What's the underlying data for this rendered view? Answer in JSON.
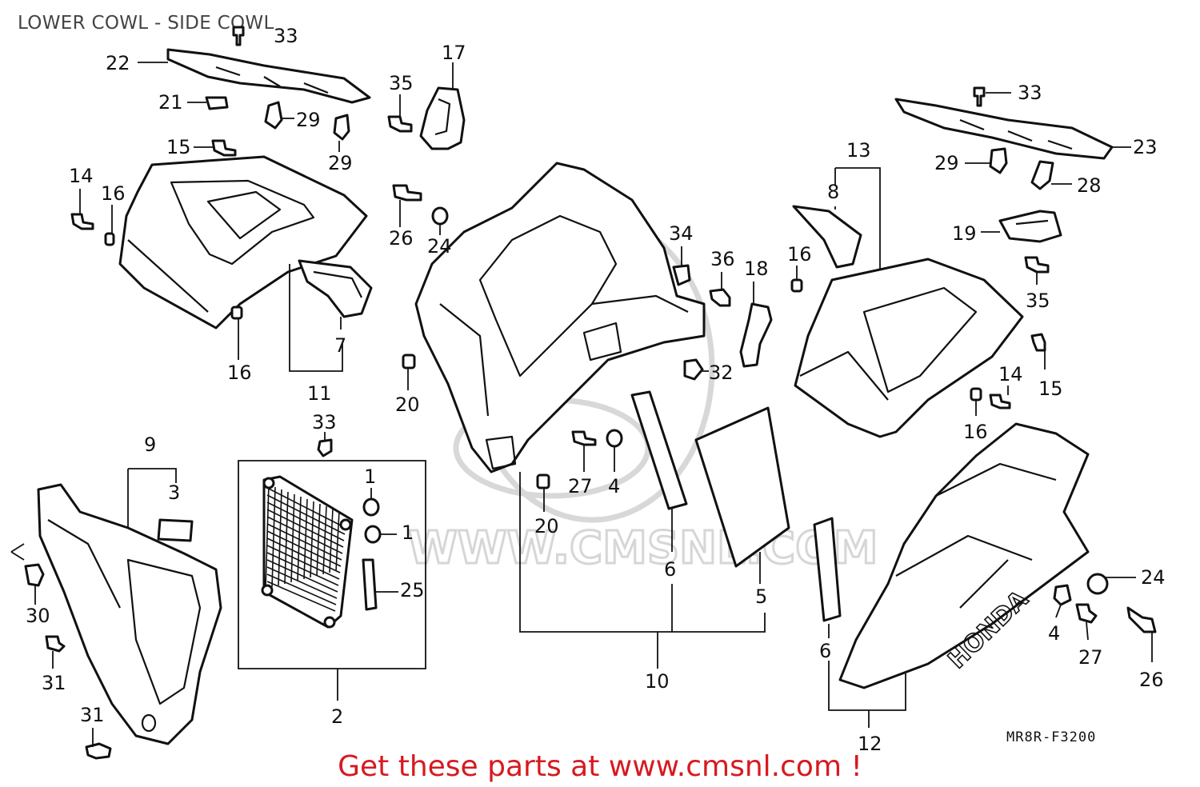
{
  "header": {
    "title": "LOWER COWL - SIDE COWL"
  },
  "footer": {
    "cta": "Get these parts at www.cmsnl.com !",
    "diagram_code": "MR8R-F3200"
  },
  "watermark": {
    "text": "WWW.CMSNL.COM"
  },
  "callouts": [
    {
      "id": "c1",
      "label": "33"
    },
    {
      "id": "c2",
      "label": "22"
    },
    {
      "id": "c3",
      "label": "21"
    },
    {
      "id": "c4",
      "label": "29"
    },
    {
      "id": "c5",
      "label": "29"
    },
    {
      "id": "c6",
      "label": "15"
    },
    {
      "id": "c7",
      "label": "14"
    },
    {
      "id": "c8",
      "label": "16"
    },
    {
      "id": "c9",
      "label": "16"
    },
    {
      "id": "c10",
      "label": "7"
    },
    {
      "id": "c11",
      "label": "11"
    },
    {
      "id": "c12",
      "label": "35"
    },
    {
      "id": "c13",
      "label": "17"
    },
    {
      "id": "c14",
      "label": "26"
    },
    {
      "id": "c15",
      "label": "24"
    },
    {
      "id": "c16",
      "label": "20"
    },
    {
      "id": "c17",
      "label": "33"
    },
    {
      "id": "c18",
      "label": "9"
    },
    {
      "id": "c19",
      "label": "3"
    },
    {
      "id": "c20",
      "label": "1"
    },
    {
      "id": "c21",
      "label": "1"
    },
    {
      "id": "c22",
      "label": "25"
    },
    {
      "id": "c23",
      "label": "2"
    },
    {
      "id": "c24",
      "label": "30"
    },
    {
      "id": "c25",
      "label": "31"
    },
    {
      "id": "c26",
      "label": "31"
    },
    {
      "id": "c27",
      "label": "34"
    },
    {
      "id": "c28",
      "label": "36"
    },
    {
      "id": "c29",
      "label": "18"
    },
    {
      "id": "c30",
      "label": "32"
    },
    {
      "id": "c31",
      "label": "27"
    },
    {
      "id": "c32",
      "label": "4"
    },
    {
      "id": "c33",
      "label": "20"
    },
    {
      "id": "c34",
      "label": "6"
    },
    {
      "id": "c35",
      "label": "5"
    },
    {
      "id": "c36",
      "label": "10"
    },
    {
      "id": "c37",
      "label": "33"
    },
    {
      "id": "c38",
      "label": "23"
    },
    {
      "id": "c39",
      "label": "13"
    },
    {
      "id": "c40",
      "label": "8"
    },
    {
      "id": "c41",
      "label": "29"
    },
    {
      "id": "c42",
      "label": "28"
    },
    {
      "id": "c43",
      "label": "19"
    },
    {
      "id": "c44",
      "label": "16"
    },
    {
      "id": "c45",
      "label": "35"
    },
    {
      "id": "c46",
      "label": "15"
    },
    {
      "id": "c47",
      "label": "14"
    },
    {
      "id": "c48",
      "label": "16"
    },
    {
      "id": "c49",
      "label": "24"
    },
    {
      "id": "c50",
      "label": "4"
    },
    {
      "id": "c51",
      "label": "27"
    },
    {
      "id": "c52",
      "label": "26"
    },
    {
      "id": "c53",
      "label": "6"
    },
    {
      "id": "c54",
      "label": "12"
    }
  ],
  "decal_text": "HONDA"
}
